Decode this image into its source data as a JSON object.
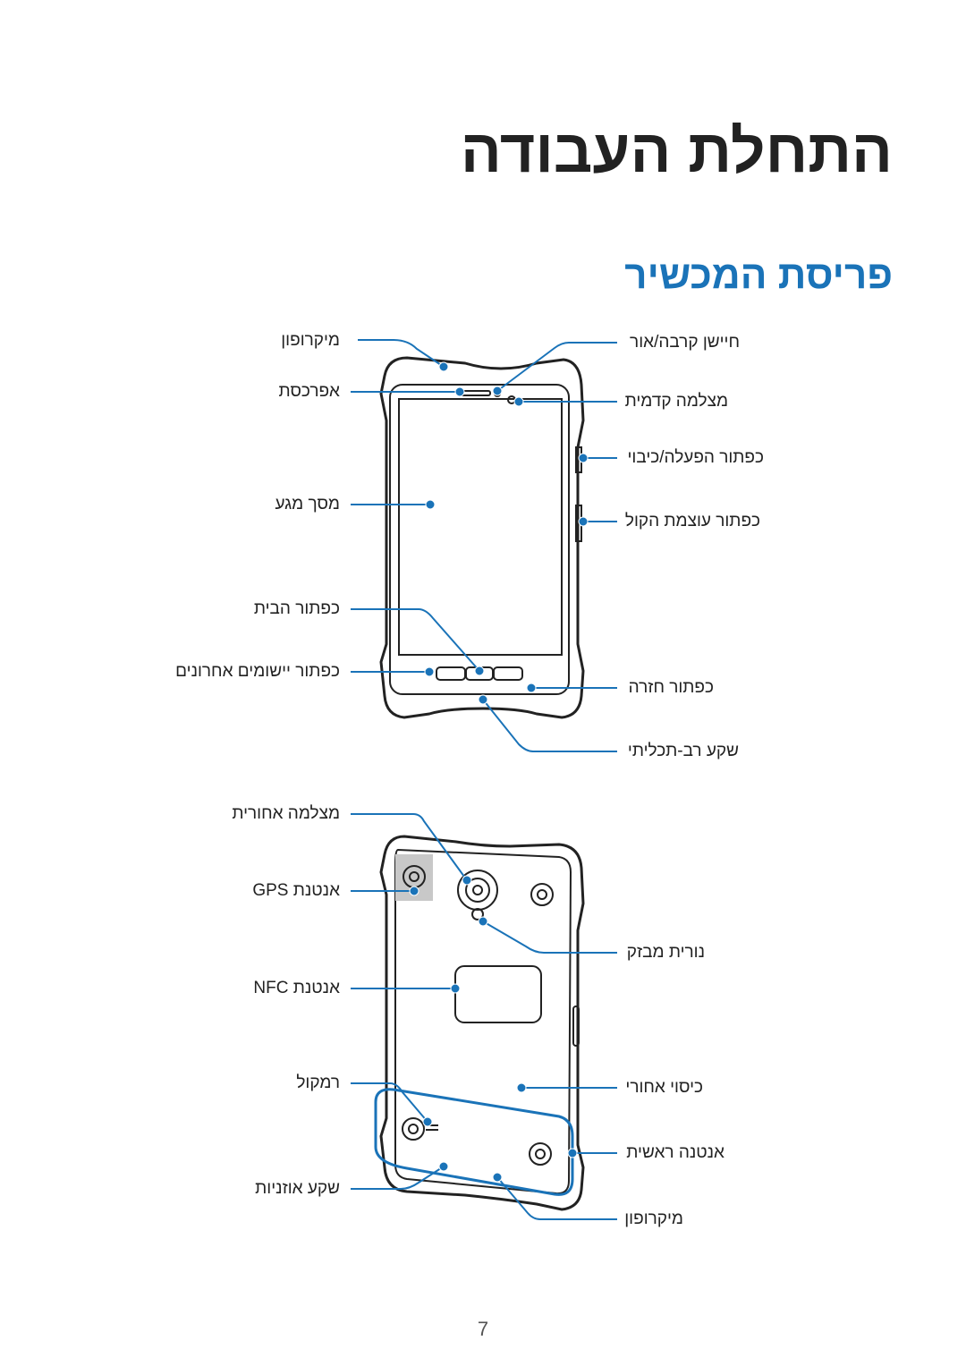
{
  "page": {
    "title": "התחלת העבודה",
    "subtitle": "פריסת המכשיר",
    "page_number": "7"
  },
  "front_labels": {
    "microphone_top": "מיקרופון",
    "earpiece": "אפרכסת",
    "touchscreen": "מסך מגע",
    "home_button": "כפתור הבית",
    "recent_apps_button": "כפתור יישומים אחרונים",
    "proximity_light_sensor": "חיישן קרבה/אור",
    "front_camera": "מצלמה קדמית",
    "power_button": "כפתור הפעלה/כיבוי",
    "volume_button": "כפתור עוצמת הקול",
    "back_button": "כפתור חזרה",
    "multipurpose_jack": "שקע רב-תכליתי"
  },
  "back_labels": {
    "rear_camera": "מצלמה אחורית",
    "gps_antenna": "אנטנת GPS",
    "nfc_antenna": "אנטנת NFC",
    "speaker": "רמקול",
    "earphone_jack": "שקע אוזניות",
    "flash": "נורית מבזק",
    "back_cover": "כיסוי אחורי",
    "main_antenna": "אנטנה ראשית",
    "microphone_bottom": "מיקרופון"
  },
  "colors": {
    "accent": "#1a73b8",
    "callout": "#1a73b8",
    "device_outline": "#222222",
    "gps_area": "#c8c8c8"
  }
}
